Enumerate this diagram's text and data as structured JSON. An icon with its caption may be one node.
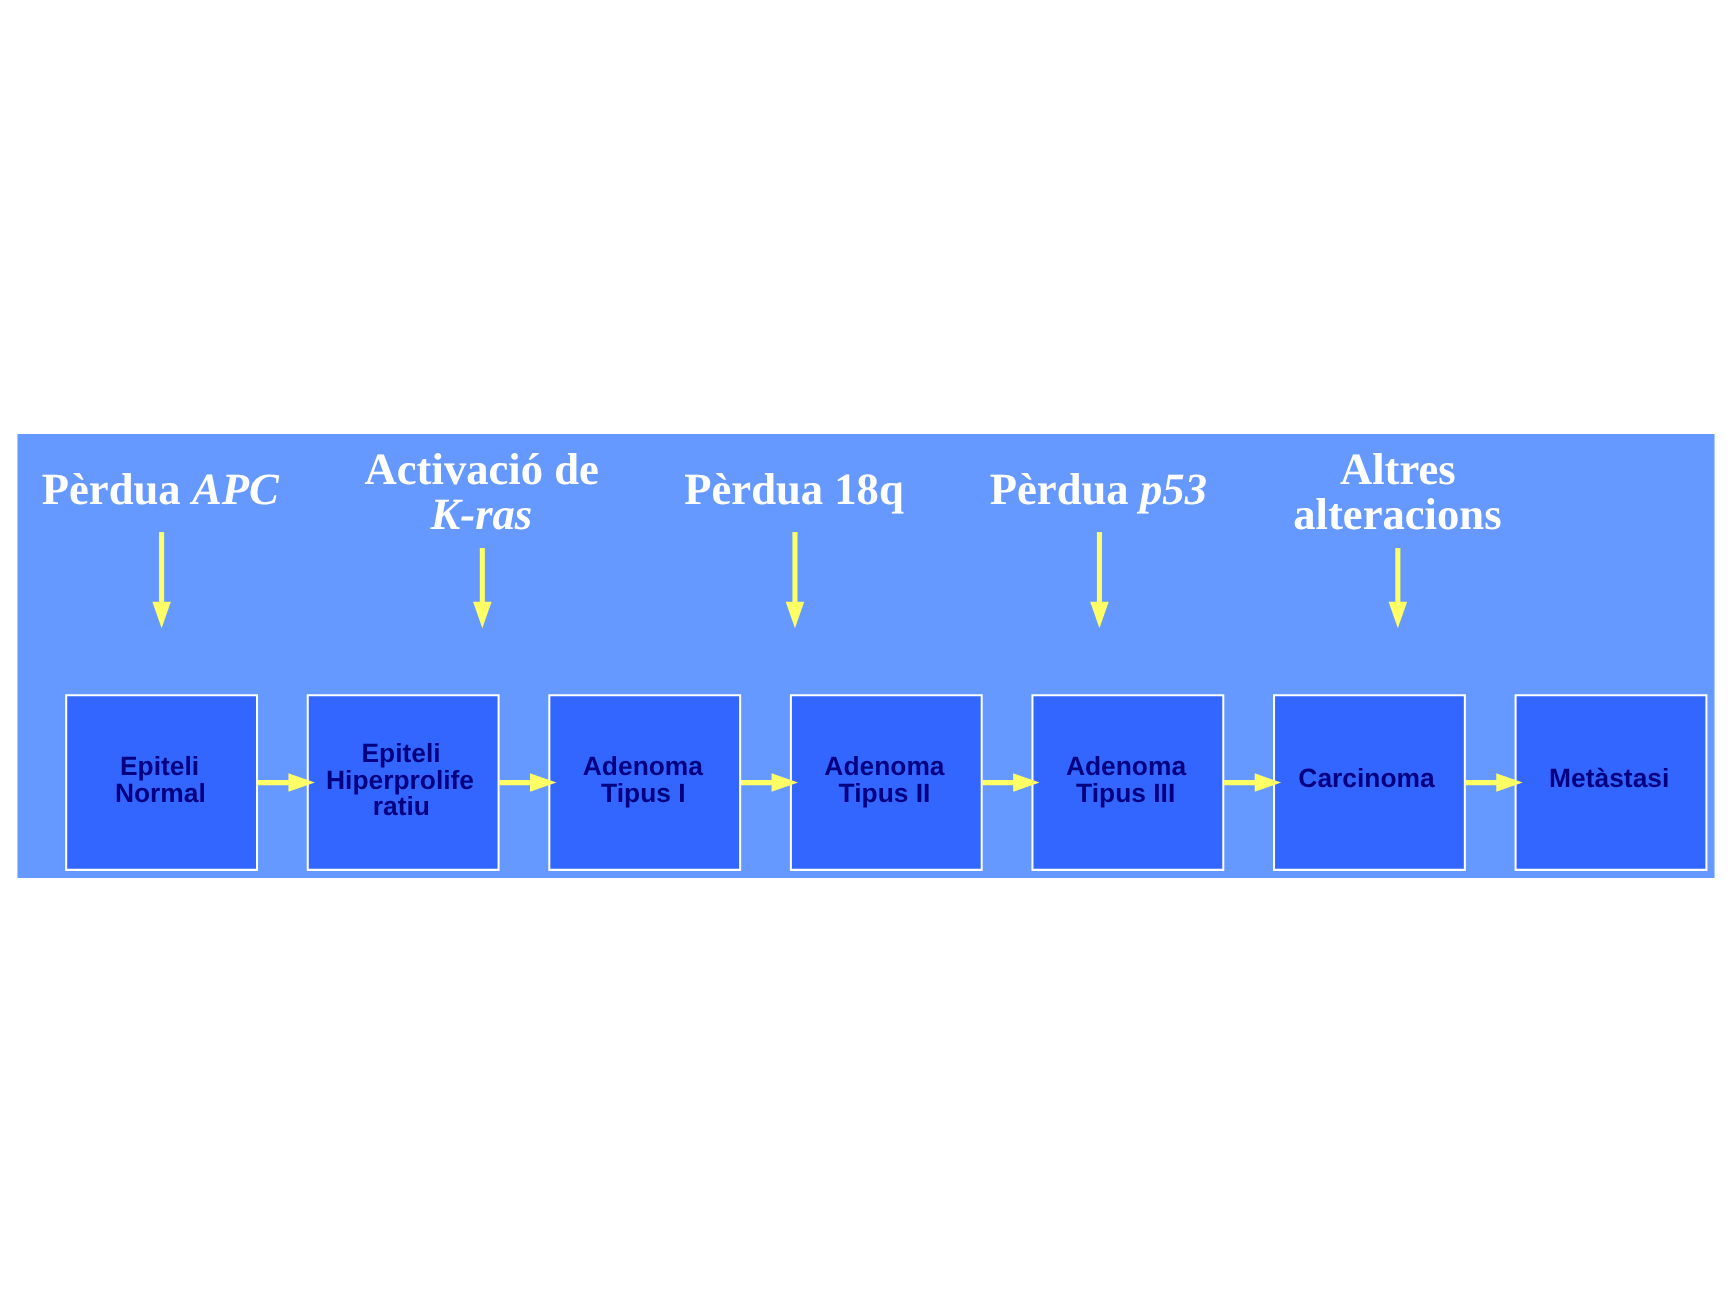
{
  "diagram": {
    "nodes": [
      {
        "text": [
          "Pèrdua *APC*"
        ]
      },
      {
        "text": [
          "Activació de *K-ras*"
        ]
      },
      {
        "text": [
          "Pèrdua 18q"
        ]
      },
      {
        "text": [
          "Pèrdua *p53*"
        ]
      },
      {
        "text": [
          "Altres alteracions"
        ]
      },
      {
        "text": [
          "Epiteli Normal"
        ]
      },
      {
        "text": [
          "Epiteli Hiperprolife ratiu"
        ]
      },
      {
        "text": [
          "Adenoma Tipus I"
        ]
      },
      {
        "text": [
          "Adenoma Tipus II"
        ]
      },
      {
        "text": [
          "Adenoma Tipus III"
        ]
      },
      {
        "text": [
          "Carcinoma"
        ]
      },
      {
        "text": [
          "Metàstasi"
        ]
      }
    ],
    "edges": [
      {
        "from": 5,
        "to": 6,
        "arrow": "to"
      },
      {
        "from": 6,
        "to": 7,
        "arrow": "to"
      },
      {
        "from": 7,
        "to": 8,
        "arrow": "to"
      },
      {
        "from": 8,
        "to": 9,
        "arrow": "to"
      },
      {
        "from": 9,
        "to": 10,
        "arrow": "to"
      },
      {
        "from": 10,
        "to": 11,
        "arrow": "to"
      },
      {
        "from": 0,
        "to": null,
        "arrow": "to"
      },
      {
        "from": 1,
        "to": null,
        "arrow": "to"
      },
      {
        "from": 2,
        "to": null,
        "arrow": "to"
      },
      {
        "from": 3,
        "to": null,
        "arrow": "to"
      },
      {
        "from": 4,
        "to": null,
        "arrow": "to"
      }
    ]
  }
}
